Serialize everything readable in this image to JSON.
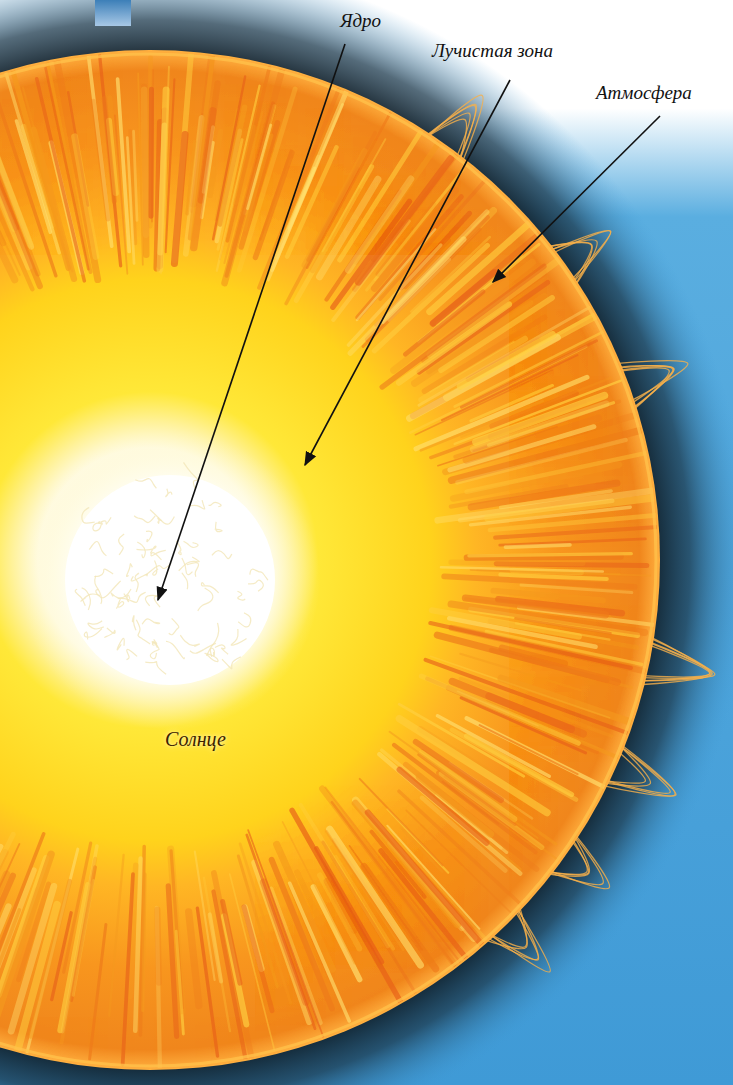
{
  "diagram": {
    "labels": [
      "Ядро",
      "Лучистая зона",
      "Атмосфера",
      "Солнце"
    ]
  }
}
